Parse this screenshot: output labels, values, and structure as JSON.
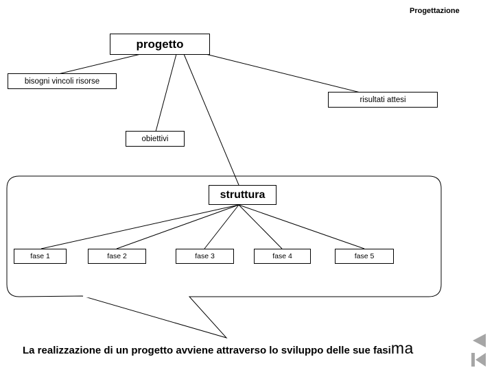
{
  "slide": {
    "title": "Progettazione",
    "background_color": "#ffffff",
    "line_color": "#000000"
  },
  "diagram": {
    "root": {
      "label": "progetto"
    },
    "branches": [
      {
        "label": "bisogni vincoli risorse"
      },
      {
        "label": "obiettivi"
      },
      {
        "label": "risultati attesi"
      }
    ],
    "structure": {
      "label": "struttura"
    },
    "phases": [
      {
        "label": "fase 1"
      },
      {
        "label": "fase 2"
      },
      {
        "label": "fase 3"
      },
      {
        "label": "fase 4"
      },
      {
        "label": "fase 5"
      }
    ]
  },
  "caption": {
    "text": "La realizzazione di un progetto avviene attraverso lo sviluppo delle sue fasi",
    "trailing": "ma"
  },
  "navigation": {
    "icons": [
      {
        "name": "previous-triangle-icon",
        "color": "#a6a6a6"
      },
      {
        "name": "first-slide-icon",
        "color": "#a6a6a6"
      }
    ]
  }
}
